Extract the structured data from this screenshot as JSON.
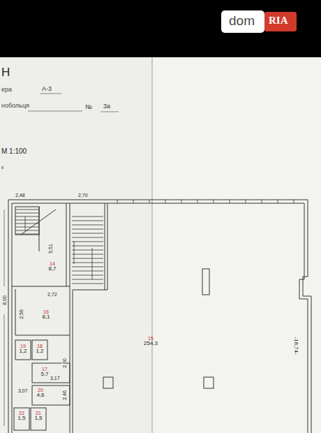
{
  "diagram": {
    "nodes": [
      {
        "text": [
          "15",
          "254,3"
        ]
      },
      {
        "text": [
          "14",
          "8,7"
        ]
      },
      {
        "text": [
          "16",
          "8,1"
        ]
      },
      {
        "text": [
          "19",
          "1,2"
        ]
      },
      {
        "text": [
          "18",
          "1,2"
        ]
      },
      {
        "text": [
          "17",
          "5,7"
        ]
      },
      {
        "text": [
          "20",
          "4,6"
        ]
      },
      {
        "text": [
          "22",
          "1,5"
        ]
      },
      {
        "text": [
          "21",
          "1,5"
        ]
      }
    ],
    "labels": [
      "dom",
      "RIA",
      "Н",
      "ера",
      "А-3",
      "нобольця",
      "№",
      "3а",
      "М 1:100",
      "к",
      "2,48",
      "2,70",
      "5,51",
      "2,72",
      "2,56",
      "3,17",
      "2,60",
      "3,07",
      "2,46",
      "-16,74-",
      "8,00"
    ]
  }
}
